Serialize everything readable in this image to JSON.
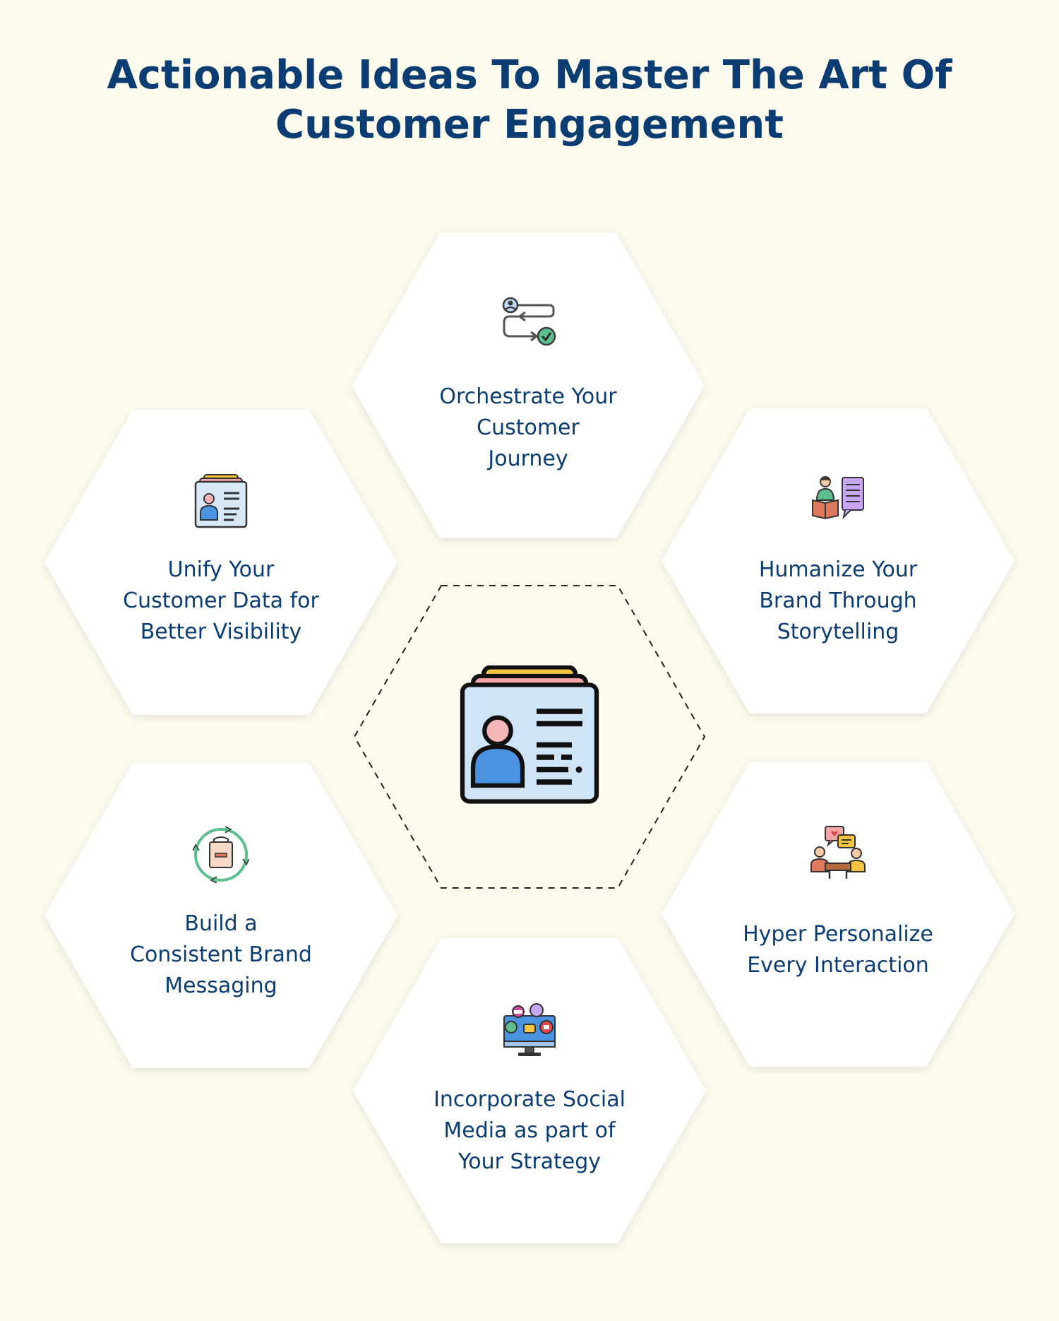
{
  "title": {
    "line1": "Actionable Ideas To Master The Art Of",
    "line2": "Customer Engagement"
  },
  "items": [
    {
      "id": "orchestrate",
      "icon": "customer-journey-icon",
      "lines": [
        "Orchestrate Your",
        "Customer",
        "Journey"
      ]
    },
    {
      "id": "unify",
      "icon": "id-card-icon",
      "lines": [
        "Unify Your",
        "Customer Data for",
        "Better Visibility"
      ]
    },
    {
      "id": "humanize",
      "icon": "storytelling-icon",
      "lines": [
        "Humanize Your",
        "Brand Through",
        "Storytelling"
      ]
    },
    {
      "id": "build",
      "icon": "brand-cycle-icon",
      "lines": [
        "Build a",
        "Consistent Brand",
        "Messaging"
      ]
    },
    {
      "id": "hyper",
      "icon": "personalized-interaction-icon",
      "lines": [
        "Hyper Personalize",
        "Every Interaction"
      ]
    },
    {
      "id": "social",
      "icon": "social-media-monitor-icon",
      "lines": [
        "Incorporate Social",
        "Media as part of",
        "Your Strategy"
      ]
    }
  ],
  "center": {
    "icon": "customer-profile-card-icon"
  },
  "colors": {
    "background": "#fdfaee",
    "title": "#0b3d73",
    "text": "#0b3d73",
    "hex": "#ffffff"
  }
}
